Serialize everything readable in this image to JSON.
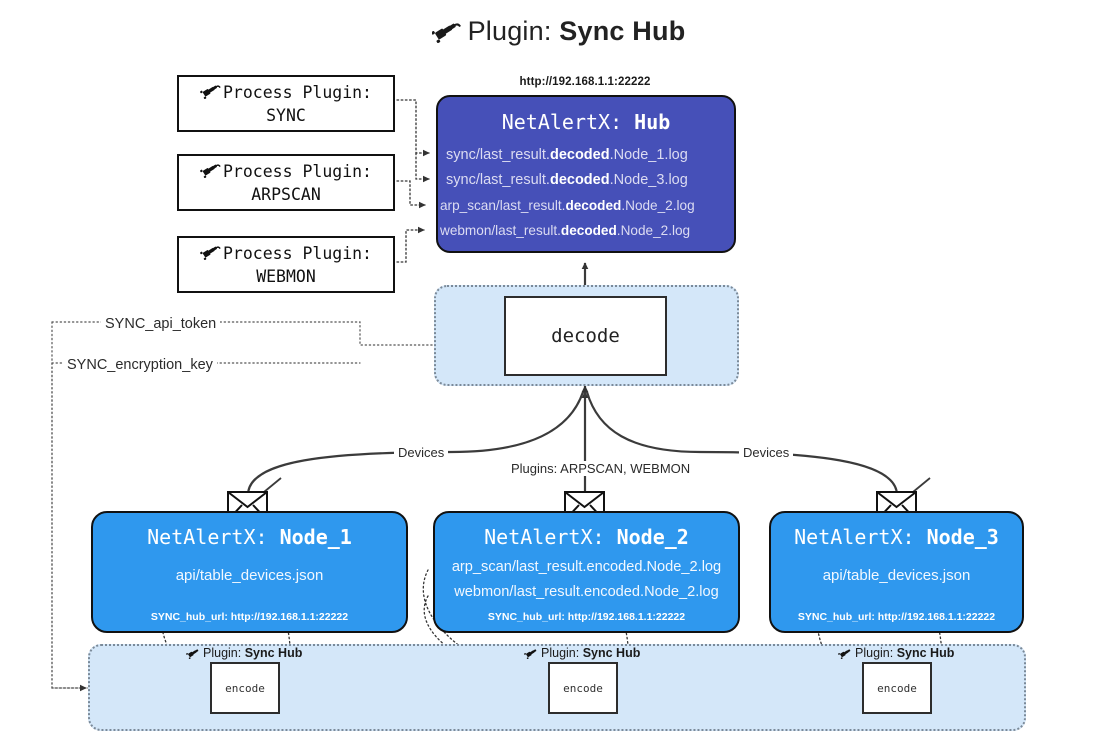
{
  "title": {
    "icon": "plug-icon",
    "prefix": "Plugin: ",
    "name": "Sync Hub"
  },
  "process_plugins": [
    {
      "icon": "plug-icon",
      "line1": "Process Plugin:",
      "line2": "SYNC"
    },
    {
      "icon": "plug-icon",
      "line1": "Process Plugin:",
      "line2": "ARPSCAN"
    },
    {
      "icon": "plug-icon",
      "line1": "Process Plugin:",
      "line2": "WEBMON"
    }
  ],
  "hub": {
    "url": "http://192.168.1.1:22222",
    "title_prefix": "NetAlertX: ",
    "title_name": "Hub",
    "logs": [
      {
        "pre": "sync/last_result.",
        "bold": "decoded",
        "post": ".Node_1.log"
      },
      {
        "pre": "sync/last_result.",
        "bold": "decoded",
        "post": ".Node_3.log"
      },
      {
        "pre": "arp_scan/last_result.",
        "bold": "decoded",
        "post": ".Node_2.log"
      },
      {
        "pre": "webmon/last_result.",
        "bold": "decoded",
        "post": ".Node_2.log"
      }
    ]
  },
  "decode": {
    "label": "decode"
  },
  "keys": {
    "api_token": "SYNC_api_token",
    "encryption_key": "SYNC_encryption_key"
  },
  "edge_labels": {
    "devices_left": "Devices",
    "devices_right": "Devices",
    "plugins_center": "Plugins: ARPSCAN, WEBMON"
  },
  "nodes": [
    {
      "title_prefix": "NetAlertX: ",
      "title_name": "Node_1",
      "lines": [
        "api/table_devices.json"
      ],
      "footer": "SYNC_hub_url: http://192.168.1.1:22222",
      "envelope_icon": "envelope-icon"
    },
    {
      "title_prefix": "NetAlertX: ",
      "title_name": "Node_2",
      "lines": [
        "arp_scan/last_result.encoded.Node_2.log",
        "webmon/last_result.encoded.Node_2.log"
      ],
      "footer": "SYNC_hub_url: http://192.168.1.1:22222",
      "envelope_icon": "envelope-icon"
    },
    {
      "title_prefix": "NetAlertX: ",
      "title_name": "Node_3",
      "lines": [
        "api/table_devices.json"
      ],
      "footer": "SYNC_hub_url: http://192.168.1.1:22222",
      "envelope_icon": "envelope-icon"
    }
  ],
  "plugin_strip": {
    "captions": [
      {
        "icon": "plug-icon",
        "prefix": "Plugin: ",
        "name": "Sync Hub"
      },
      {
        "icon": "plug-icon",
        "prefix": "Plugin: ",
        "name": "Sync Hub"
      },
      {
        "icon": "plug-icon",
        "prefix": "Plugin: ",
        "name": "Sync Hub"
      }
    ],
    "encode_label_1": "encode",
    "encode_label_2": "encode",
    "encode_label_3": "encode"
  },
  "colors": {
    "hub_fill": "#4650b8",
    "node_fill": "#2f98ee",
    "group_fill": "#d4e7f9",
    "stroke": "#111111",
    "dotted_stroke": "#7b8a99",
    "background": "#ffffff"
  }
}
